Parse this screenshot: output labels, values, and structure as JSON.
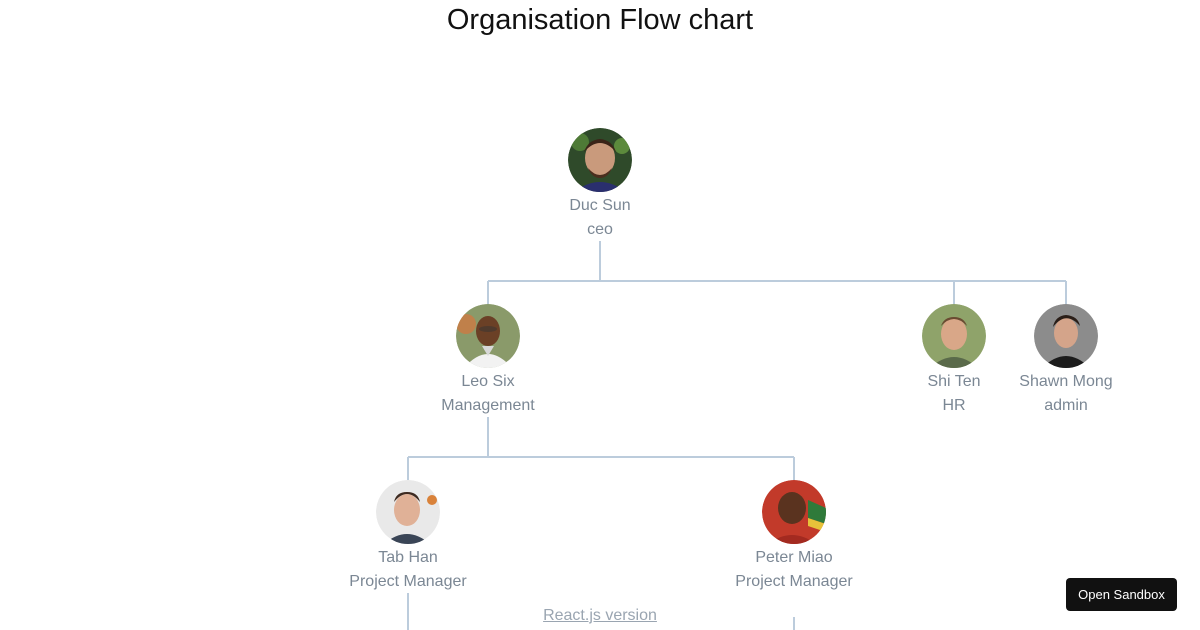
{
  "page_title": "Organisation Flow chart",
  "nodes": {
    "duc": {
      "name": "Duc Sun",
      "title": "ceo"
    },
    "leo": {
      "name": "Leo Six",
      "title": "Management"
    },
    "shi": {
      "name": "Shi Ten",
      "title": "HR"
    },
    "shawn": {
      "name": "Shawn Mong",
      "title": "admin"
    },
    "tab": {
      "name": "Tab Han",
      "title": "Project Manager"
    },
    "peter": {
      "name": "Peter Miao",
      "title": "Project Manager"
    }
  },
  "footer": {
    "react_link": "React.js version",
    "sandbox_button": "Open Sandbox"
  },
  "colors": {
    "connector": "#bcccdc",
    "text": "#7b8794",
    "button_bg": "#111111"
  }
}
